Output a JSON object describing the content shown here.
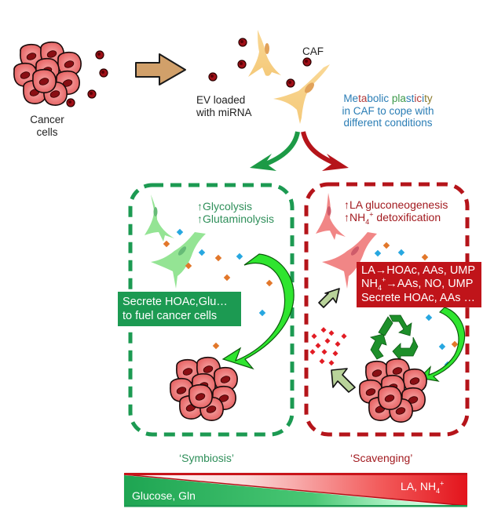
{
  "labels": {
    "cancer_cells": [
      "Cancer",
      "cells"
    ],
    "ev_loaded": [
      "EV loaded",
      "with miRNA"
    ],
    "caf": "CAF",
    "plasticity": {
      "line1_parts": [
        {
          "t": "Me",
          "c": "#2a7db5"
        },
        {
          "t": "ta",
          "c": "#b23a3a"
        },
        {
          "t": "bo",
          "c": "#2a7db5"
        },
        {
          "t": "lic ",
          "c": "#2a7db5"
        },
        {
          "t": "pla",
          "c": "#3d9a4a"
        },
        {
          "t": "st",
          "c": "#2a7db5"
        },
        {
          "t": "ic",
          "c": "#b23a3a"
        },
        {
          "t": "i",
          "c": "#2a7db5"
        },
        {
          "t": "ty",
          "c": "#8a7a2a"
        }
      ],
      "line2": "in CAF to cope with",
      "line3": "different conditions"
    }
  },
  "symbiosis_panel": {
    "up_lines": [
      "↑Glycolysis",
      "↑Glutaminolysis"
    ],
    "secrete_box": [
      "Secrete HOAc,Glu…",
      "to fuel cancer cells"
    ],
    "caption": "‘Symbiosis’",
    "color": "#1c9a52"
  },
  "scavenging_panel": {
    "up_line1": "↑LA gluconeogenesis",
    "up_line2_pre": "↑NH",
    "up_line2_sub": "4",
    "up_line2_sup": "+",
    "up_line2_post": " detoxification",
    "box_line1": "LA→HOAc, AAs, UMP",
    "box_line2_pre": "NH",
    "box_line2_sub": "4",
    "box_line2_sup": "+",
    "box_line2_post": "→AAs, NO, UMP",
    "box_line3": "Secrete HOAc, AAs …",
    "caption": "‘Scavenging’",
    "color": "#b5141a"
  },
  "gradient_bar": {
    "left_label": "Glucose, Gln",
    "right_label_pre": "LA, NH",
    "right_label_sub": "4",
    "right_label_sup": "+",
    "left_color": "#1c9a52",
    "right_color": "#e0141a"
  },
  "icons": [
    "cancer-cell-cluster-icon",
    "ev-vesicle-icon",
    "transfer-arrow-icon",
    "caf-fibroblast-icon",
    "recycle-icon"
  ]
}
